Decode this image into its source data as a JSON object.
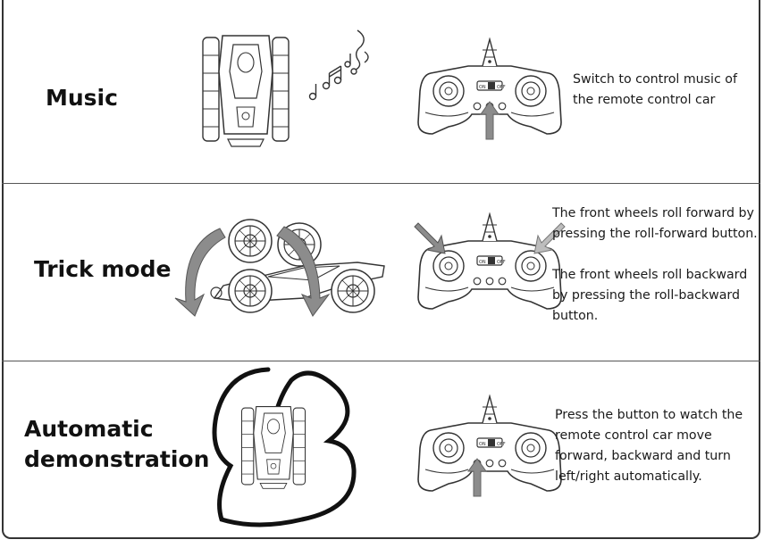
{
  "sections": [
    {
      "title_lines": [
        "Music"
      ],
      "description_paragraphs": [
        "Switch to control music of the remote control car"
      ],
      "controller_switch": {
        "on": "ON",
        "off": "OFF"
      }
    },
    {
      "title_lines": [
        "Trick mode"
      ],
      "description_paragraphs": [
        "The front wheels roll forward by pressing the roll-forward button.",
        "The front wheels roll backward by pressing the roll-backward button."
      ],
      "controller_switch": {
        "on": "ON",
        "off": "OFF"
      }
    },
    {
      "title_lines": [
        "Automatic",
        "demonstration"
      ],
      "description_paragraphs": [
        "Press the button to watch the remote control car move forward, backward and turn left/right automatically."
      ],
      "controller_switch": {
        "on": "ON",
        "off": "OFF"
      }
    }
  ],
  "colors": {
    "arrow": "#8c8c8c",
    "line": "#333333",
    "track": "#111111"
  }
}
